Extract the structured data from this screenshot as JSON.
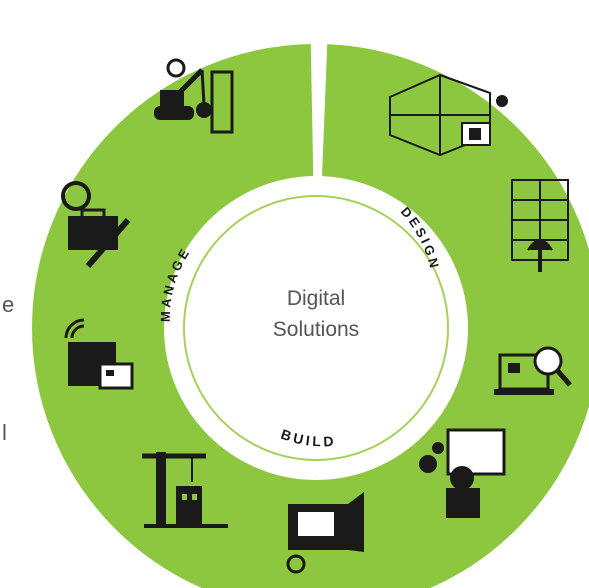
{
  "center": {
    "line1": "Digital",
    "line2": "Solutions"
  },
  "phases": {
    "design": "DESIGN",
    "build": "BUILD",
    "manage": "MANAGE"
  },
  "edge_fragments": {
    "upper": "e",
    "lower": "l"
  },
  "colors": {
    "ring": "#8dc63f",
    "ring_light": "#a5d15a",
    "icon": "#1a1a1a",
    "center_text": "#555555",
    "phase_text": "#1a1a1a"
  },
  "icons": [
    "excavator-demolition-icon",
    "building-design-3d-icon",
    "building-sustainability-icon",
    "laptop-analytics-icon",
    "engineer-whiteboard-icon",
    "prefab-module-icon",
    "crane-construction-icon",
    "smart-building-iot-icon",
    "toolbox-recycle-icon"
  ]
}
